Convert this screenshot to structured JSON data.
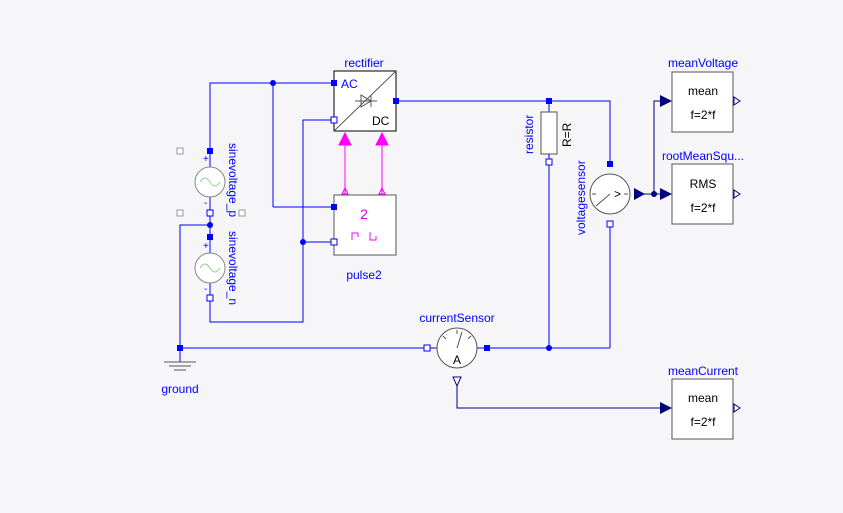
{
  "diagram": {
    "components": {
      "rectifier": {
        "name": "rectifier",
        "ac_label": "AC",
        "dc_label": "DC"
      },
      "pulse2": {
        "name": "pulse2",
        "value": "2"
      },
      "sinevoltage_p": {
        "name": "sinevoltage_p"
      },
      "sinevoltage_n": {
        "name": "sinevoltage_n"
      },
      "ground": {
        "name": "ground"
      },
      "resistor": {
        "name": "resistor",
        "param": "R=R"
      },
      "voltagesensor": {
        "name": "voltagesensor",
        "symbol": ">"
      },
      "currentSensor": {
        "name": "currentSensor",
        "symbol": "A"
      },
      "meanVoltage": {
        "name": "meanVoltage",
        "function": "mean",
        "param": "f=2*f"
      },
      "rootMeanSquare": {
        "name": "rootMeanSqu...",
        "function": "RMS",
        "param": "f=2*f"
      },
      "meanCurrent": {
        "name": "meanCurrent",
        "function": "mean",
        "param": "f=2*f"
      }
    },
    "colors": {
      "wire": "#0000ff",
      "signal": "#00007f",
      "control": "#ff00ff",
      "label": "#0000ff",
      "background": "#f6f6f8"
    }
  }
}
